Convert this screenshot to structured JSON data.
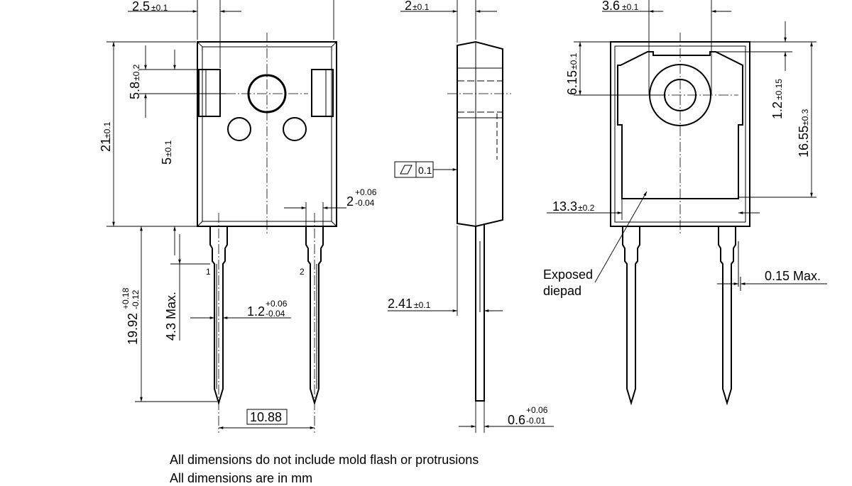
{
  "dimensions": {
    "front_top_width": {
      "main": "2.5",
      "tol": "±0.1"
    },
    "tab_height": {
      "main": "5.8",
      "tol": "±0.2"
    },
    "body_height": {
      "main": "21",
      "tol": "±0.1"
    },
    "hole_offset": {
      "main": "5",
      "tol": "±0.1"
    },
    "lead_length": {
      "main": "19.92",
      "tol_plus": "+0.18",
      "tol_minus": "-0.12"
    },
    "shoulder_length": {
      "main": "4.3 Max."
    },
    "lead_width": {
      "main": "1.2",
      "tol_plus": "+0.06",
      "tol_minus": "-0.04"
    },
    "lead_width_top": {
      "main": "2",
      "tol_plus": "+0.06",
      "tol_minus": "-0.04"
    },
    "lead_pitch": {
      "main": "10.88"
    },
    "side_top": {
      "main": "2",
      "tol": "±0.1"
    },
    "flatness_value": {
      "main": "0.1"
    },
    "body_thickness": {
      "main": "2.41",
      "tol": "±0.1"
    },
    "lead_thickness": {
      "main": "0.6",
      "tol_plus": "+0.06",
      "tol_minus": "-0.01"
    },
    "back_top": {
      "main": "3.6",
      "tol": "±0.1"
    },
    "hole_center": {
      "main": "6.15",
      "tol": "±0.1"
    },
    "notch_depth": {
      "main": "1.2",
      "tol": "±0.15"
    },
    "pad_height": {
      "main": "16.55",
      "tol": "±0.3"
    },
    "pad_width": {
      "main": "13.3",
      "tol": "±0.2"
    },
    "back_lead_max": {
      "main": "0.15 Max."
    }
  },
  "labels": {
    "pin1": "1",
    "pin2": "2",
    "exposed_line1": "Exposed",
    "exposed_line2": "diepad"
  },
  "notes": {
    "line1": "All dimensions do not include mold flash or protrusions",
    "line2": "All dimensions are in mm"
  }
}
